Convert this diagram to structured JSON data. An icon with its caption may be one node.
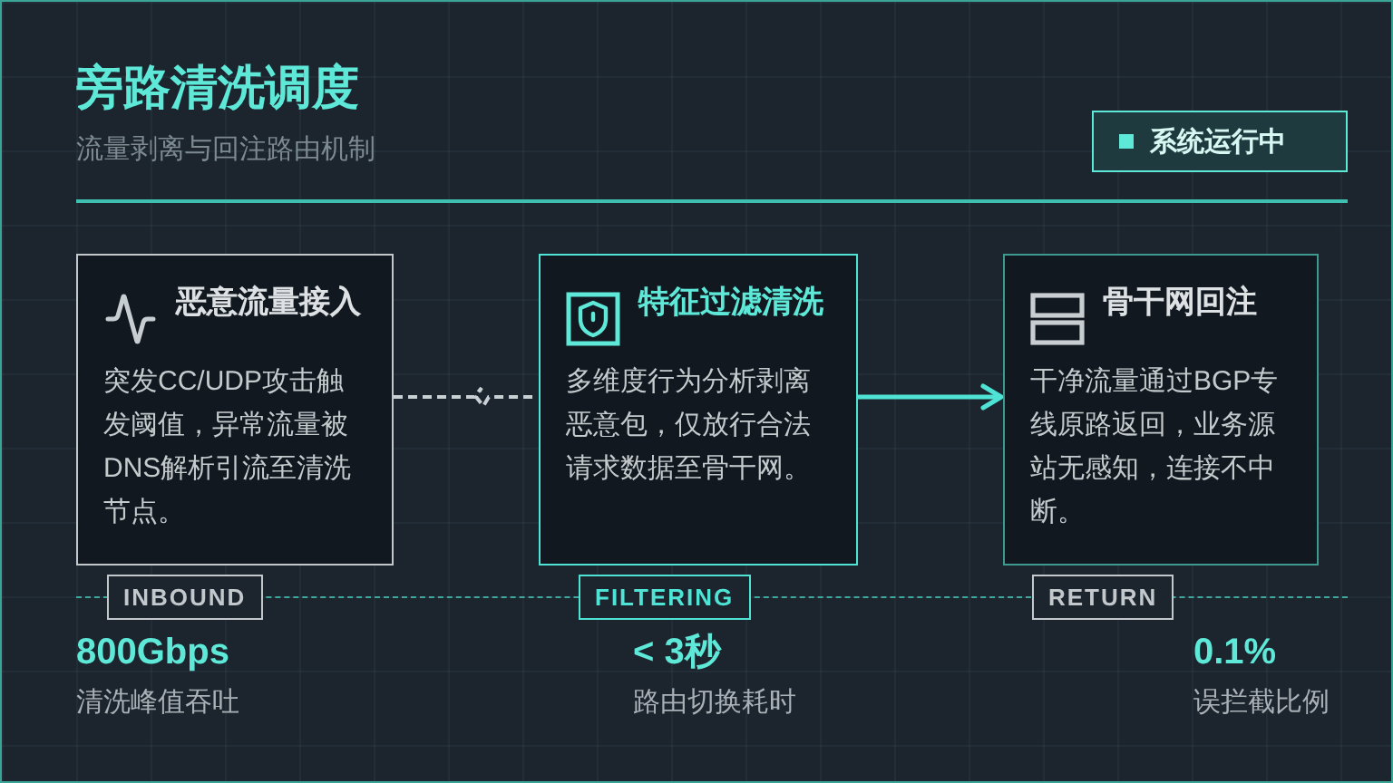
{
  "diagram": {
    "title": "旁路清洗调度",
    "nodes": [
      {
        "text": [
          "系统运行中"
        ]
      },
      {
        "text": [
          "恶意流量接入",
          "突发CC/UDP攻击触发阈值，异常流量被DNS解析引流至清洗节点。"
        ]
      },
      {
        "text": [
          "特征过滤清洗",
          "多维度行为分析剥离恶意包，仅放行合法请求数据至骨干网。"
        ]
      },
      {
        "text": [
          "骨干网回注",
          "干净流量通过BGP专线原路返回，业务源站无感知，连接不中断。"
        ]
      },
      {
        "text": [
          "INBOUND"
        ]
      },
      {
        "text": [
          "FILTERING"
        ]
      },
      {
        "text": [
          "RETURN"
        ]
      }
    ],
    "edges": [
      {
        "from": 1,
        "to": 2,
        "arrow": "none",
        "style": "dashed",
        "color": "#c8d0d4"
      },
      {
        "from": 2,
        "to": 3,
        "arrow": "to",
        "color": "#4fe3d6"
      }
    ],
    "labels": [
      "流量剥离与回注路由机制",
      "800Gbps",
      "清洗峰值吞吐",
      "< 3秒",
      "路由切换耗时",
      "0.1%",
      "误拦截比例"
    ]
  }
}
